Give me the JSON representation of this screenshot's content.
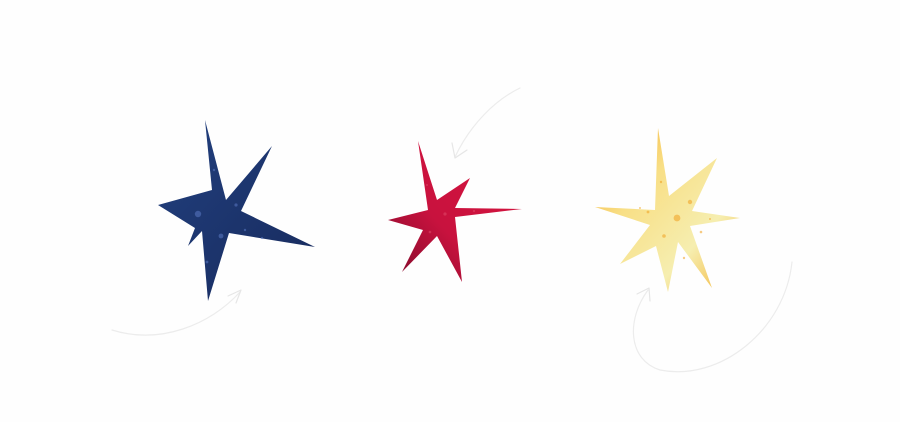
{
  "scene": {
    "background": "#ffffff",
    "motion_lines": [
      {
        "name": "motion-arc-left",
        "color": "#ececec"
      },
      {
        "name": "motion-arc-top-center",
        "color": "#ececec"
      },
      {
        "name": "motion-arc-right",
        "color": "#ececec"
      }
    ],
    "stars": [
      {
        "name": "star-navy",
        "icon": "eight-point-star-icon",
        "color": "#1f3672",
        "shade": "#172a5c",
        "speck": "#5a79c4"
      },
      {
        "name": "star-crimson",
        "icon": "eight-point-star-icon",
        "color": "#c8123e",
        "shade": "#8c0c2e",
        "speck": "#e04a6a"
      },
      {
        "name": "star-amber",
        "icon": "eight-point-star-icon",
        "color": "#f6e9a2",
        "shade": "#f5a623",
        "speck": "#f0a020"
      }
    ]
  }
}
